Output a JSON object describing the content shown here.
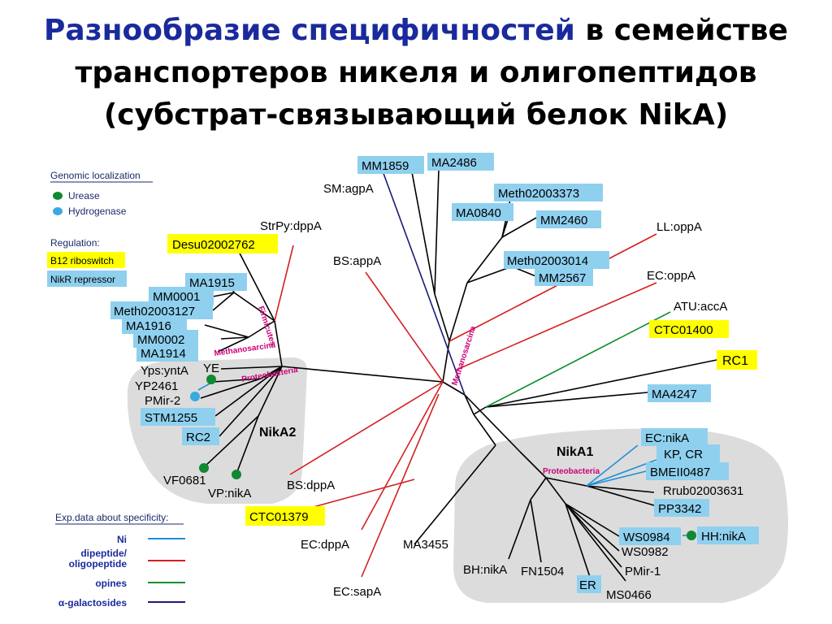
{
  "title": {
    "highlight": "Разнообразие специфичностей",
    "rest": " в семействе",
    "line2": "транспортеров никеля и олигопептидов",
    "line3": "(субстрат-связывающий белок NikA)"
  },
  "legend": {
    "genomic_heading": "Genomic localization",
    "urease": "Urease",
    "hydrogenase": "Hydrogenase",
    "regulation_heading": "Regulation:",
    "b12": "B12 riboswitch",
    "nikr": "NikR repressor",
    "specificity_heading": "Exp.data about specificity:",
    "ni": "Ni",
    "dipeptide_1": "dipeptide/",
    "dipeptide_2": "oligopeptide",
    "opines": "opines",
    "galacto": "α-galactosides"
  },
  "colors": {
    "title_highlight": "#1a2a9c",
    "blue_box": "#8fd0ef",
    "yellow_box": "#ffff00",
    "ni": "#1e90d8",
    "dipeptide": "#d42020",
    "opines": "#109030",
    "galacto": "#1a1a7a",
    "group_label": "#cc0077",
    "urease_dot": "#118833",
    "hydrogenase_dot": "#39a9e0",
    "cluster_fill": "#dcdcdc"
  },
  "groups": {
    "firmicutes": "Firmicutes",
    "methanosarcina": "Methanosarcina",
    "methanosarcina_vertical": "Methanosarcina",
    "proteobacteria_nika2": "Proteobacteria",
    "proteobacteria_nika1": "Proteobacteria",
    "nika2": "NikA2",
    "nika1": "NikA1"
  },
  "leaves": {
    "mm1859": "MM1859",
    "ma2486": "MA2486",
    "sm_agpa": "SM:agpA",
    "meth02003373": "Meth02003373",
    "ma0840": "MA0840",
    "mm2460": "MM2460",
    "strpy_dppa": "StrPy:dppA",
    "desu02002762": "Desu02002762",
    "ll_oppa": "LL:oppA",
    "bs_appa": "BS:appA",
    "meth02003014": "Meth02003014",
    "mm2567": "MM2567",
    "ec_oppa": "EC:oppA",
    "ma1915": "MA1915",
    "mm0001": "MM0001",
    "meth02003127": "Meth02003127",
    "atu_acca": "ATU:accA",
    "ma1916": "MA1916",
    "ctc01400": "CTC01400",
    "mm0002": "MM0002",
    "ma1914": "MA1914",
    "rc1": "RC1",
    "yps_ynta": "Yps:yntA",
    "ye": "YE",
    "yp2461": "YP2461",
    "pmir2": "PMir-2",
    "ma4247": "MA4247",
    "stm1255": "STM1255",
    "rc2": "RC2",
    "ec_nika": "EC:nikA",
    "kp_cr": "KP, CR",
    "bmeii0487": "BMEII0487",
    "vf0681": "VF0681",
    "vp_nika": "VP:nikA",
    "bs_dppa": "BS:dppA",
    "rrub02003631": "Rrub02003631",
    "pp3342": "PP3342",
    "ctc01379": "CTC01379",
    "ws0984": "WS0984",
    "hh_nika": "HH:nikA",
    "ec_dppa": "EC:dppA",
    "ma3455": "MA3455",
    "ws0982": "WS0982",
    "pmir1": "PMir-1",
    "bh_nika": "BH:nikA",
    "fn1504": "FN1504",
    "er": "ER",
    "ms0466": "MS0466",
    "ec_sapa": "EC:sapA"
  }
}
